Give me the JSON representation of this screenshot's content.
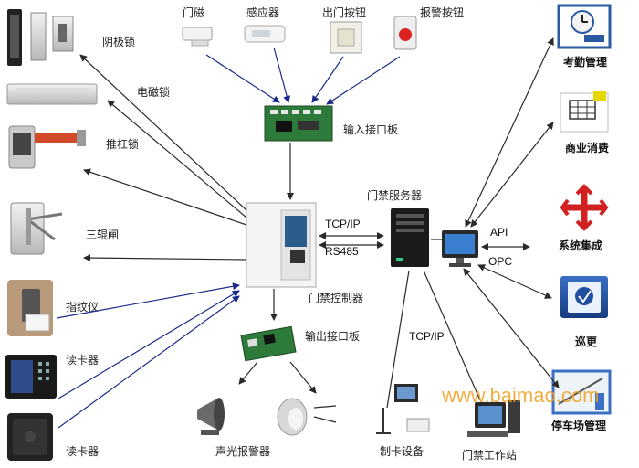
{
  "labels": {
    "yinji_lock": "阴极锁",
    "em_lock": "电磁锁",
    "push_lock": "推杠锁",
    "tripod": "三辊闸",
    "fingerprint": "指纹仪",
    "card_reader_1": "读卡器",
    "card_reader_2": "读卡器",
    "door_sensor": "门磁",
    "sensor": "感应器",
    "exit_button": "出门按钮",
    "alarm_button": "报警按钮",
    "input_board": "输入接口板",
    "server": "门禁服务器",
    "controller": "门禁控制器",
    "output_board": "输出接口板",
    "tcpip_1": "TCP/IP",
    "rs485": "RS485",
    "tcpip_2": "TCP/IP",
    "api": "API",
    "opc": "OPC",
    "attendance": "考勤管理",
    "consumption": "商业消费",
    "integration": "系统集成",
    "patrol": "巡更",
    "parking": "停车场管理",
    "sound_light_alarm": "声光报警器",
    "card_device": "制卡设备",
    "workstation": "门禁工作站",
    "watermark": "www.baimao.com"
  },
  "colors": {
    "arrow": "#2a2a2a",
    "arrow_blue": "#1b2a8a",
    "panel_blue": "#1f4fa0",
    "integration_red": "#d02020",
    "watermark": "#f0a020"
  }
}
